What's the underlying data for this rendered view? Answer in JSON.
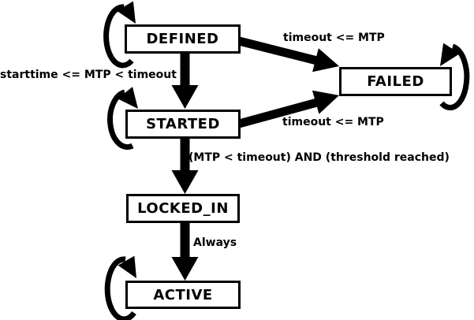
{
  "diagram": {
    "type": "state-machine",
    "colors": {
      "background": "#ffffff",
      "line": "#000000",
      "node_fill": "#ffffff",
      "text": "#000000"
    },
    "states": {
      "defined": {
        "label": "DEFINED",
        "has_self_loop": true
      },
      "started": {
        "label": "STARTED",
        "has_self_loop": true
      },
      "failed": {
        "label": "FAILED",
        "has_self_loop": true
      },
      "locked_in": {
        "label": "LOCKED_IN",
        "has_self_loop": false
      },
      "active": {
        "label": "ACTIVE",
        "has_self_loop": true
      }
    },
    "edges": {
      "defined_to_started": {
        "from": "DEFINED",
        "to": "STARTED",
        "label": "starttime <= MTP < timeout"
      },
      "defined_to_failed": {
        "from": "DEFINED",
        "to": "FAILED",
        "label": "timeout <= MTP"
      },
      "started_to_failed": {
        "from": "STARTED",
        "to": "FAILED",
        "label": "timeout <= MTP"
      },
      "started_to_locked_in": {
        "from": "STARTED",
        "to": "LOCKED_IN",
        "label": "(MTP < timeout) AND (threshold reached)"
      },
      "locked_in_to_active": {
        "from": "LOCKED_IN",
        "to": "ACTIVE",
        "label": "Always"
      }
    }
  }
}
